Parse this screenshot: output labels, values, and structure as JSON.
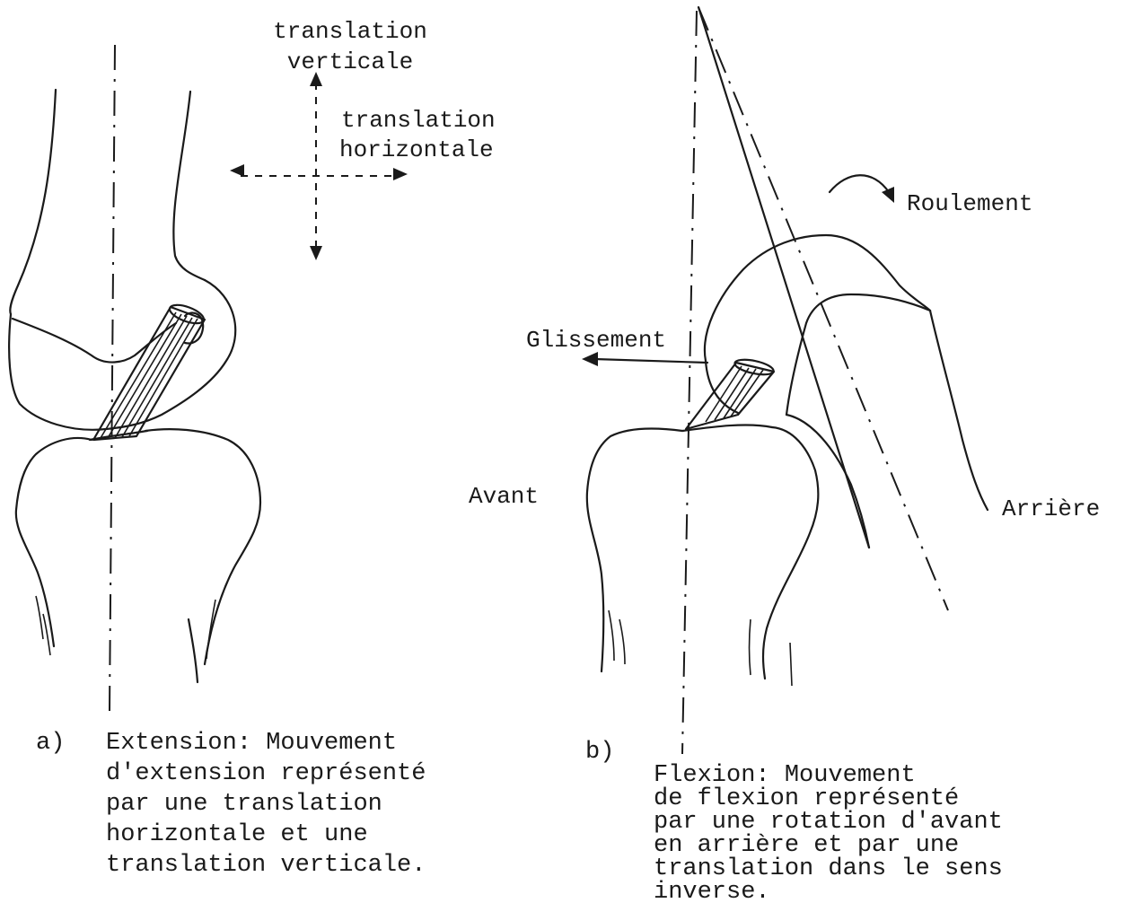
{
  "panel_a": {
    "arrow_labels": {
      "vertical_line1": "translation",
      "vertical_line2": "verticale",
      "horizontal_line1": "translation",
      "horizontal_line2": "horizontale"
    },
    "caption": {
      "marker": "a)",
      "lines": [
        "Extension: Mouvement",
        "d'extension représenté",
        "par une translation",
        "horizontale et une",
        "translation verticale."
      ]
    }
  },
  "panel_b": {
    "labels": {
      "roulement": "Roulement",
      "glissement": "Glissement",
      "avant": "Avant",
      "arriere": "Arrière"
    },
    "caption": {
      "marker": "b)",
      "lines": [
        "Flexion:  Mouvement",
        "de flexion représenté",
        "par une rotation d'avant",
        "en arrière et par une",
        "translation dans le sens",
        "inverse."
      ]
    }
  }
}
